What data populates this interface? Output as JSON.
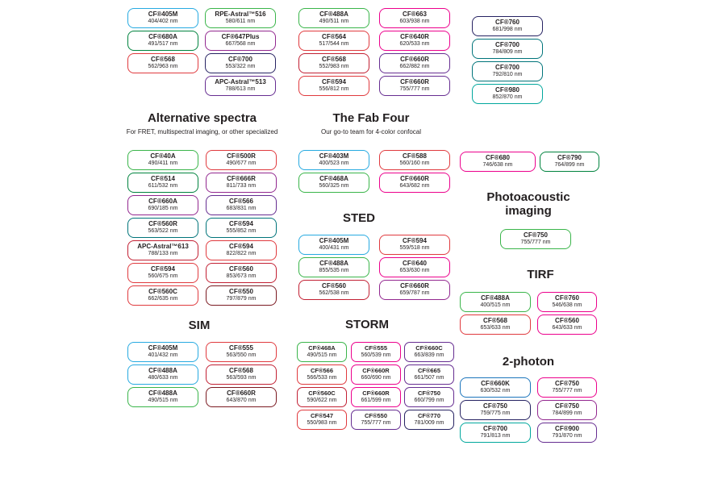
{
  "headers": {
    "alternative": {
      "title": "Alternative spectra",
      "subtitle": "For FRET, multispectral imaging, or other specialized"
    },
    "fabfour": {
      "title": "The Fab Four",
      "subtitle": "Our go-to team for 4-color confocal"
    },
    "photoacoustic": {
      "title": "Photoacoustic imaging"
    },
    "sted": {
      "title": "STED"
    },
    "tirf": {
      "title": "TIRF"
    },
    "sim": {
      "title": "SIM"
    },
    "storm": {
      "title": "STORM"
    },
    "twophoton": {
      "title": "2-photon"
    }
  },
  "columns": {
    "top1": {
      "pills": [
        {
          "name": "CF®405M",
          "range": "404/402 nm",
          "color": "#27aae1"
        },
        {
          "name": "CF®680A",
          "range": "491/517 nm",
          "color": "#00833e"
        },
        {
          "name": "CF®568",
          "range": "562/963 nm",
          "color": "#e03a3e"
        }
      ]
    },
    "top2": {
      "pills": [
        {
          "name": "RPE-Astral™516",
          "range": "580/611 nm",
          "color": "#3ab54a"
        },
        {
          "name": "CF®647Plus",
          "range": "667/568 nm",
          "color": "#92278f"
        },
        {
          "name": "CF®700",
          "range": "553/322 nm",
          "color": "#262262"
        },
        {
          "name": "APC-Astral™513",
          "range": "788/613 nm",
          "color": "#662d91"
        }
      ]
    },
    "top3": {
      "pills": [
        {
          "name": "CF®488A",
          "range": "490/511 nm",
          "color": "#3ab54a"
        },
        {
          "name": "CF®564",
          "range": "517/544 nm",
          "color": "#e03a3e"
        },
        {
          "name": "CF®568",
          "range": "552/983 nm",
          "color": "#c22033"
        },
        {
          "name": "CF®594",
          "range": "556/812 nm",
          "color": "#e03a3e"
        }
      ]
    },
    "top4": {
      "pills": [
        {
          "name": "CF®663",
          "range": "603/938 nm",
          "color": "#ec008c"
        },
        {
          "name": "CF®640R",
          "range": "620/533 nm",
          "color": "#ec008c"
        },
        {
          "name": "CF®660R",
          "range": "662/882 nm",
          "color": "#662d91"
        },
        {
          "name": "CF®660R",
          "range": "755/777 nm",
          "color": "#662d91"
        }
      ]
    },
    "top5": {
      "pills": [
        {
          "name": "CF®760",
          "range": "681/998 nm",
          "color": "#262262"
        },
        {
          "name": "CF®700",
          "range": "784/809 nm",
          "color": "#00747a"
        },
        {
          "name": "CF®700",
          "range": "792/810 nm",
          "color": "#00747a"
        },
        {
          "name": "CF®980",
          "range": "852/870 nm",
          "color": "#00a79d"
        }
      ]
    },
    "alt1": {
      "pills": [
        {
          "name": "CF®40A",
          "range": "490/411 nm",
          "color": "#3ab54a"
        },
        {
          "name": "CF®514",
          "range": "611/532 nm",
          "color": "#00833e"
        },
        {
          "name": "CF®660A",
          "range": "690/185 nm",
          "color": "#92278f"
        },
        {
          "name": "CF®560R",
          "range": "563/522 nm",
          "color": "#00747a"
        },
        {
          "name": "APC-Astral™613",
          "range": "788/133 nm",
          "color": "#c22033"
        },
        {
          "name": "CF®594",
          "range": "560/675 nm",
          "color": "#e03a3e"
        },
        {
          "name": "CF®560C",
          "range": "662/635 nm",
          "color": "#e03a3e"
        }
      ]
    },
    "alt2": {
      "pills": [
        {
          "name": "CF®500R",
          "range": "490/677 nm",
          "color": "#e03a3e"
        },
        {
          "name": "CF®666R",
          "range": "811/733 nm",
          "color": "#92278f"
        },
        {
          "name": "CF®566",
          "range": "683/831 nm",
          "color": "#662d91"
        },
        {
          "name": "CF®594",
          "range": "555/852 nm",
          "color": "#00747a"
        },
        {
          "name": "CF®594",
          "range": "822/822 nm",
          "color": "#e03a3e"
        },
        {
          "name": "CF®560",
          "range": "853/673 nm",
          "color": "#c22033"
        },
        {
          "name": "CF®550",
          "range": "797/879 nm",
          "color": "#7b1a21"
        }
      ]
    },
    "fab1": {
      "pills": [
        {
          "name": "CF®403M",
          "range": "400/523 nm",
          "color": "#27aae1"
        },
        {
          "name": "CF®468A",
          "range": "560/325 nm",
          "color": "#3ab54a"
        }
      ]
    },
    "fab2": {
      "pills": [
        {
          "name": "CF®588",
          "range": "560/160 nm",
          "color": "#e03a3e"
        },
        {
          "name": "CF®660R",
          "range": "643/682 nm",
          "color": "#ec008c"
        }
      ]
    },
    "pairA": {
      "pills": [
        {
          "name": "CF®680",
          "range": "746/638 nm",
          "color": "#ec008c"
        }
      ]
    },
    "pairB": {
      "pills": [
        {
          "name": "CF®790",
          "range": "764/899 nm",
          "color": "#00833e"
        }
      ]
    },
    "photo": {
      "pills": [
        {
          "name": "CF®750",
          "range": "755/777 nm",
          "color": "#3ab54a"
        }
      ]
    },
    "sted1": {
      "pills": [
        {
          "name": "CF®405M",
          "range": "400/431 nm",
          "color": "#27aae1"
        },
        {
          "name": "CF®488A",
          "range": "855/535 nm",
          "color": "#3ab54a"
        },
        {
          "name": "CF®560",
          "range": "562/538 nm",
          "color": "#c22033"
        }
      ]
    },
    "sted2": {
      "pills": [
        {
          "name": "CF®594",
          "range": "559/518 nm",
          "color": "#e03a3e"
        },
        {
          "name": "CF®640",
          "range": "653/630 nm",
          "color": "#ec008c"
        },
        {
          "name": "CF®660R",
          "range": "659/787 nm",
          "color": "#92278f"
        }
      ]
    },
    "tirf1": {
      "pills": [
        {
          "name": "CF®488A",
          "range": "400/515 nm",
          "color": "#3ab54a"
        },
        {
          "name": "CF®568",
          "range": "653/633 nm",
          "color": "#e03a3e"
        }
      ]
    },
    "tirf2": {
      "pills": [
        {
          "name": "CF®760",
          "range": "546/638 nm",
          "color": "#ec008c"
        },
        {
          "name": "CF®560",
          "range": "643/633 nm",
          "color": "#ec008c"
        }
      ]
    },
    "sim1": {
      "pills": [
        {
          "name": "CF®405M",
          "range": "401/432 nm",
          "color": "#27aae1"
        },
        {
          "name": "CF®488A",
          "range": "480/633 nm",
          "color": "#27aae1"
        },
        {
          "name": "CF®488A",
          "range": "490/515 nm",
          "color": "#3ab54a"
        }
      ]
    },
    "sim2": {
      "pills": [
        {
          "name": "CF®555",
          "range": "563/550 nm",
          "color": "#e03a3e"
        },
        {
          "name": "CF®568",
          "range": "563/593 nm",
          "color": "#c22033"
        },
        {
          "name": "CF®660R",
          "range": "643/870 nm",
          "color": "#7b1a21"
        }
      ]
    },
    "storm1": {
      "pills": [
        {
          "name": "CF®468A",
          "range": "490/515 nm",
          "color": "#3ab54a"
        },
        {
          "name": "CF®566",
          "range": "566/533 nm",
          "color": "#e03a3e"
        },
        {
          "name": "CF®560C",
          "range": "590/622 nm",
          "color": "#c22033"
        },
        {
          "name": "CF®547",
          "range": "550/983 nm",
          "color": "#e03a3e"
        }
      ]
    },
    "storm2": {
      "pills": [
        {
          "name": "CF®555",
          "range": "560/539 nm",
          "color": "#ec008c"
        },
        {
          "name": "CF®660R",
          "range": "660/690 nm",
          "color": "#ec008c"
        },
        {
          "name": "CF®660R",
          "range": "661/599 nm",
          "color": "#ec008c"
        },
        {
          "name": "CF®550",
          "range": "755/777 nm",
          "color": "#662d91"
        }
      ]
    },
    "storm3": {
      "pills": [
        {
          "name": "CF®660C",
          "range": "663/839 nm",
          "color": "#662d91"
        },
        {
          "name": "CF®665",
          "range": "661/507 nm",
          "color": "#662d91"
        },
        {
          "name": "CF®750",
          "range": "660/799 nm",
          "color": "#662d91"
        },
        {
          "name": "CF®770",
          "range": "781/009 nm",
          "color": "#262262"
        }
      ]
    },
    "tp1": {
      "pills": [
        {
          "name": "CF®660K",
          "range": "630/532 nm",
          "color": "#1c75bc"
        },
        {
          "name": "CF®750",
          "range": "759/775 nm",
          "color": "#262262"
        },
        {
          "name": "CF®700",
          "range": "791/813 nm",
          "color": "#00a79d"
        }
      ]
    },
    "tp2": {
      "pills": [
        {
          "name": "CF®750",
          "range": "755/777 nm",
          "color": "#ec008c"
        },
        {
          "name": "CF®750",
          "range": "784/899 nm",
          "color": "#92278f"
        },
        {
          "name": "CF®900",
          "range": "791/870 nm",
          "color": "#662d91"
        }
      ]
    }
  }
}
